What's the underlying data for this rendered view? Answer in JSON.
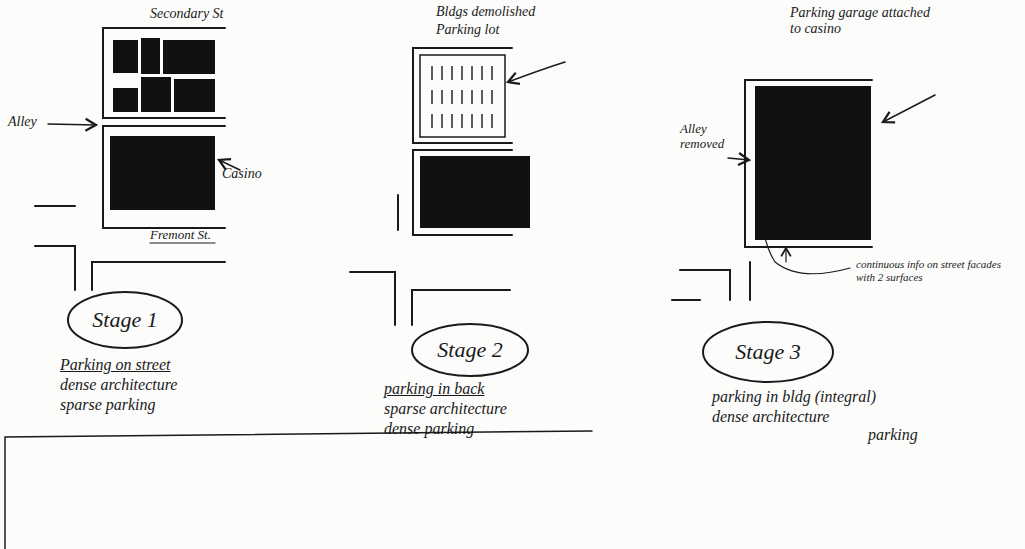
{
  "diagram": {
    "nodes": [
      {
        "text": [
          "Stage 1"
        ]
      },
      {
        "text": [
          "Stage 2"
        ]
      },
      {
        "text": [
          "Stage 3"
        ]
      }
    ],
    "labels": [
      "Secondary St",
      "Alley",
      "Casino",
      "Fremont St.",
      "Parking on street",
      "dense architecture",
      "sparse parking",
      "Bldgs demolished",
      "Parking lot",
      "parking in back",
      "sparse architecture",
      "dense parking",
      "Parking garage attached to casino",
      "Alley removed",
      "continuous info on street facades with 2 surfaces",
      "parking in bldg (integral)",
      "dense architecture",
      "parking"
    ]
  }
}
